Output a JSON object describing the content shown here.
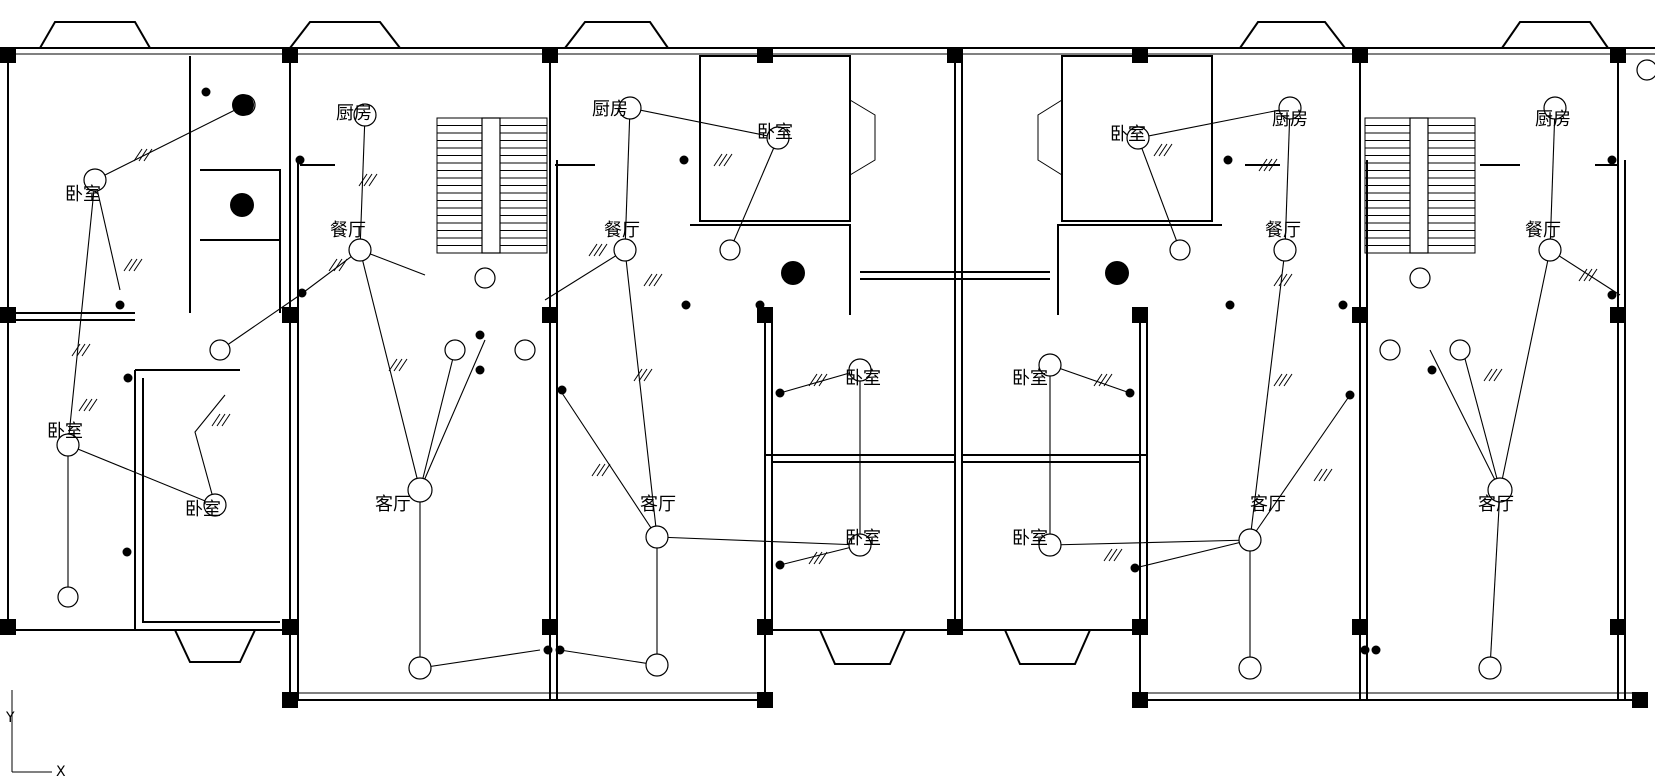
{
  "rooms": {
    "kitchen": "厨房",
    "dining": "餐厅",
    "living": "客厅",
    "bedroom": "卧室"
  },
  "axis": {
    "y": "Y",
    "x": "X"
  }
}
